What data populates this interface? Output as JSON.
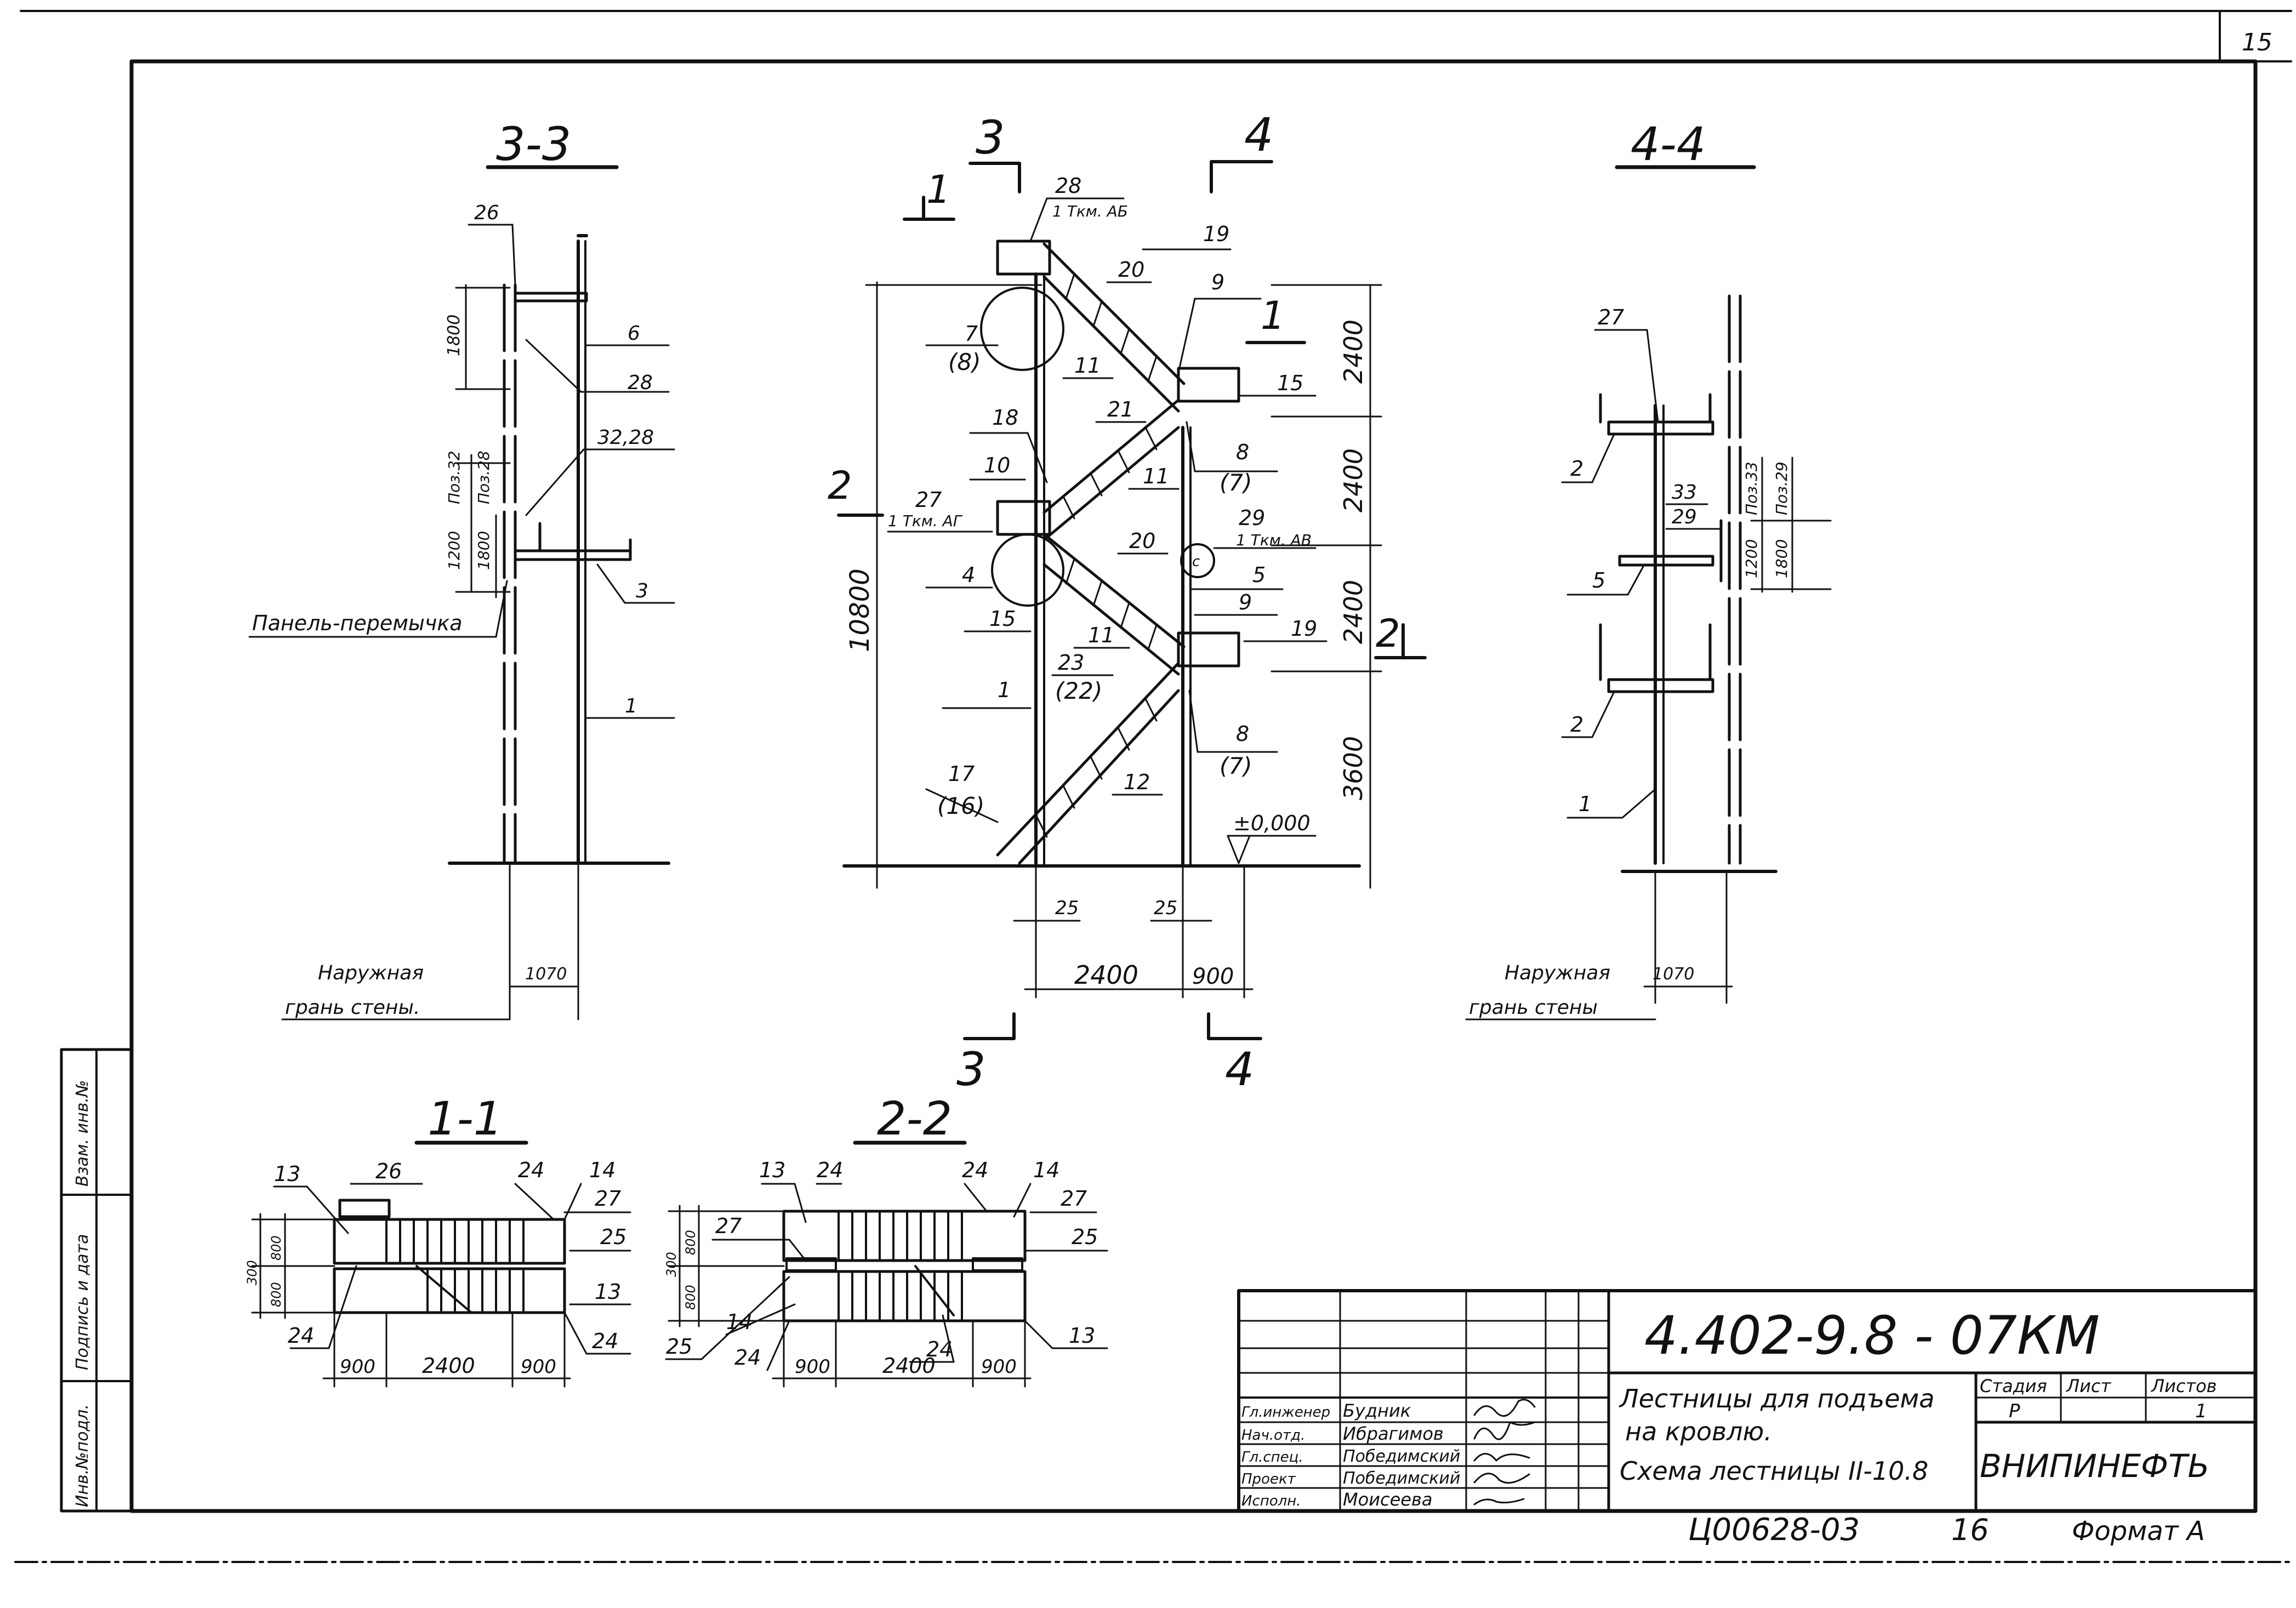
{
  "sheet": {
    "sheet_number": "15",
    "code": "4.402-9.8 - 07КМ",
    "archive_code": "Ц00628-03",
    "archive_sheet": "16",
    "format_label": "Формат А"
  },
  "left_stamp": {
    "labels": [
      "Инв.№подл.",
      "Подпись и дата",
      "Взам. инв.№"
    ]
  },
  "titleblock": {
    "title_line1": "Лестницы для подъема",
    "title_line2": "на кровлю.",
    "title_line3": "Схема лестницы II-10.8",
    "header_stage": "Стадия",
    "header_sheet": "Лист",
    "header_sheets": "Листов",
    "stage": "Р",
    "sheets_total": "1",
    "organization": "ВНИПИНЕФТЬ",
    "signers": [
      {
        "role": "Гл.инженер",
        "name": "Будник"
      },
      {
        "role": "Нач.отд.",
        "name": "Ибрагимов"
      },
      {
        "role": "Гл.спец.",
        "name": "Победимский"
      },
      {
        "role": "Проект",
        "name": "Победимский"
      },
      {
        "role": "Исполн.",
        "name": "Моисеева"
      }
    ]
  },
  "views": {
    "v33": {
      "title": "3-3",
      "callouts": [
        "26",
        "6",
        "28",
        "32,28",
        "3",
        "1"
      ],
      "dims": [
        "1800",
        "1200",
        "1800",
        "Поз.32",
        "Поз.28"
      ],
      "panel_label": "Панель-перемычка",
      "wall_label_1": "Наружная",
      "wall_label_2": "грань стены.",
      "offset": "1070"
    },
    "vmain": {
      "marks": [
        "3",
        "4",
        "1",
        "1",
        "2",
        "2",
        "3",
        "4"
      ],
      "callouts": {
        "c28": "28",
        "c28b": "1 Ткм. АБ",
        "c19a": "19",
        "c20a": "20",
        "c9a": "9",
        "c7": "7",
        "c7b": "(8)",
        "c11a": "11",
        "c15a": "15",
        "c8a": "8",
        "c8ab": "(7)",
        "c18": "18",
        "c21": "21",
        "c10": "10",
        "c11b": "11",
        "c27": "27",
        "c27b": "1 Ткм. АГ",
        "c29": "29",
        "c29b": "1 Ткм. АВ",
        "c20b": "20",
        "c4": "4",
        "c5": "5",
        "c9b": "9",
        "c19b": "19",
        "c15b": "15",
        "c11c": "11",
        "c23": "23",
        "c23b": "(22)",
        "c1": "1",
        "c8b": "8",
        "c8bb": "(7)",
        "c17": "17",
        "c17b": "(16)",
        "c12": "12"
      },
      "dims": {
        "total": "10800",
        "h1": "2400",
        "h2": "2400",
        "h3": "2400",
        "h4": "3600",
        "level": "±0,000",
        "w25a": "25",
        "w25b": "25",
        "w2400": "2400",
        "w900": "900"
      }
    },
    "v44": {
      "title": "4-4",
      "callouts": [
        "27",
        "2",
        "33",
        "29",
        "5",
        "2",
        "1"
      ],
      "dims": [
        "1200",
        "1800",
        "Поз.33",
        "Поз.29"
      ],
      "wall_label_1": "Наружная",
      "wall_label_2": "грань стены",
      "offset": "1070"
    },
    "v11": {
      "title": "1-1",
      "callouts": [
        "13",
        "26",
        "24",
        "14",
        "27",
        "25",
        "13",
        "24",
        "24"
      ],
      "dims": [
        "900",
        "2400",
        "900",
        "800",
        "800",
        "300"
      ]
    },
    "v22": {
      "title": "2-2",
      "callouts": [
        "13",
        "24",
        "24",
        "14",
        "27",
        "27",
        "25",
        "25",
        "14",
        "24",
        "24",
        "13"
      ],
      "dims": [
        "900",
        "2400",
        "900",
        "800",
        "800",
        "300"
      ]
    }
  }
}
